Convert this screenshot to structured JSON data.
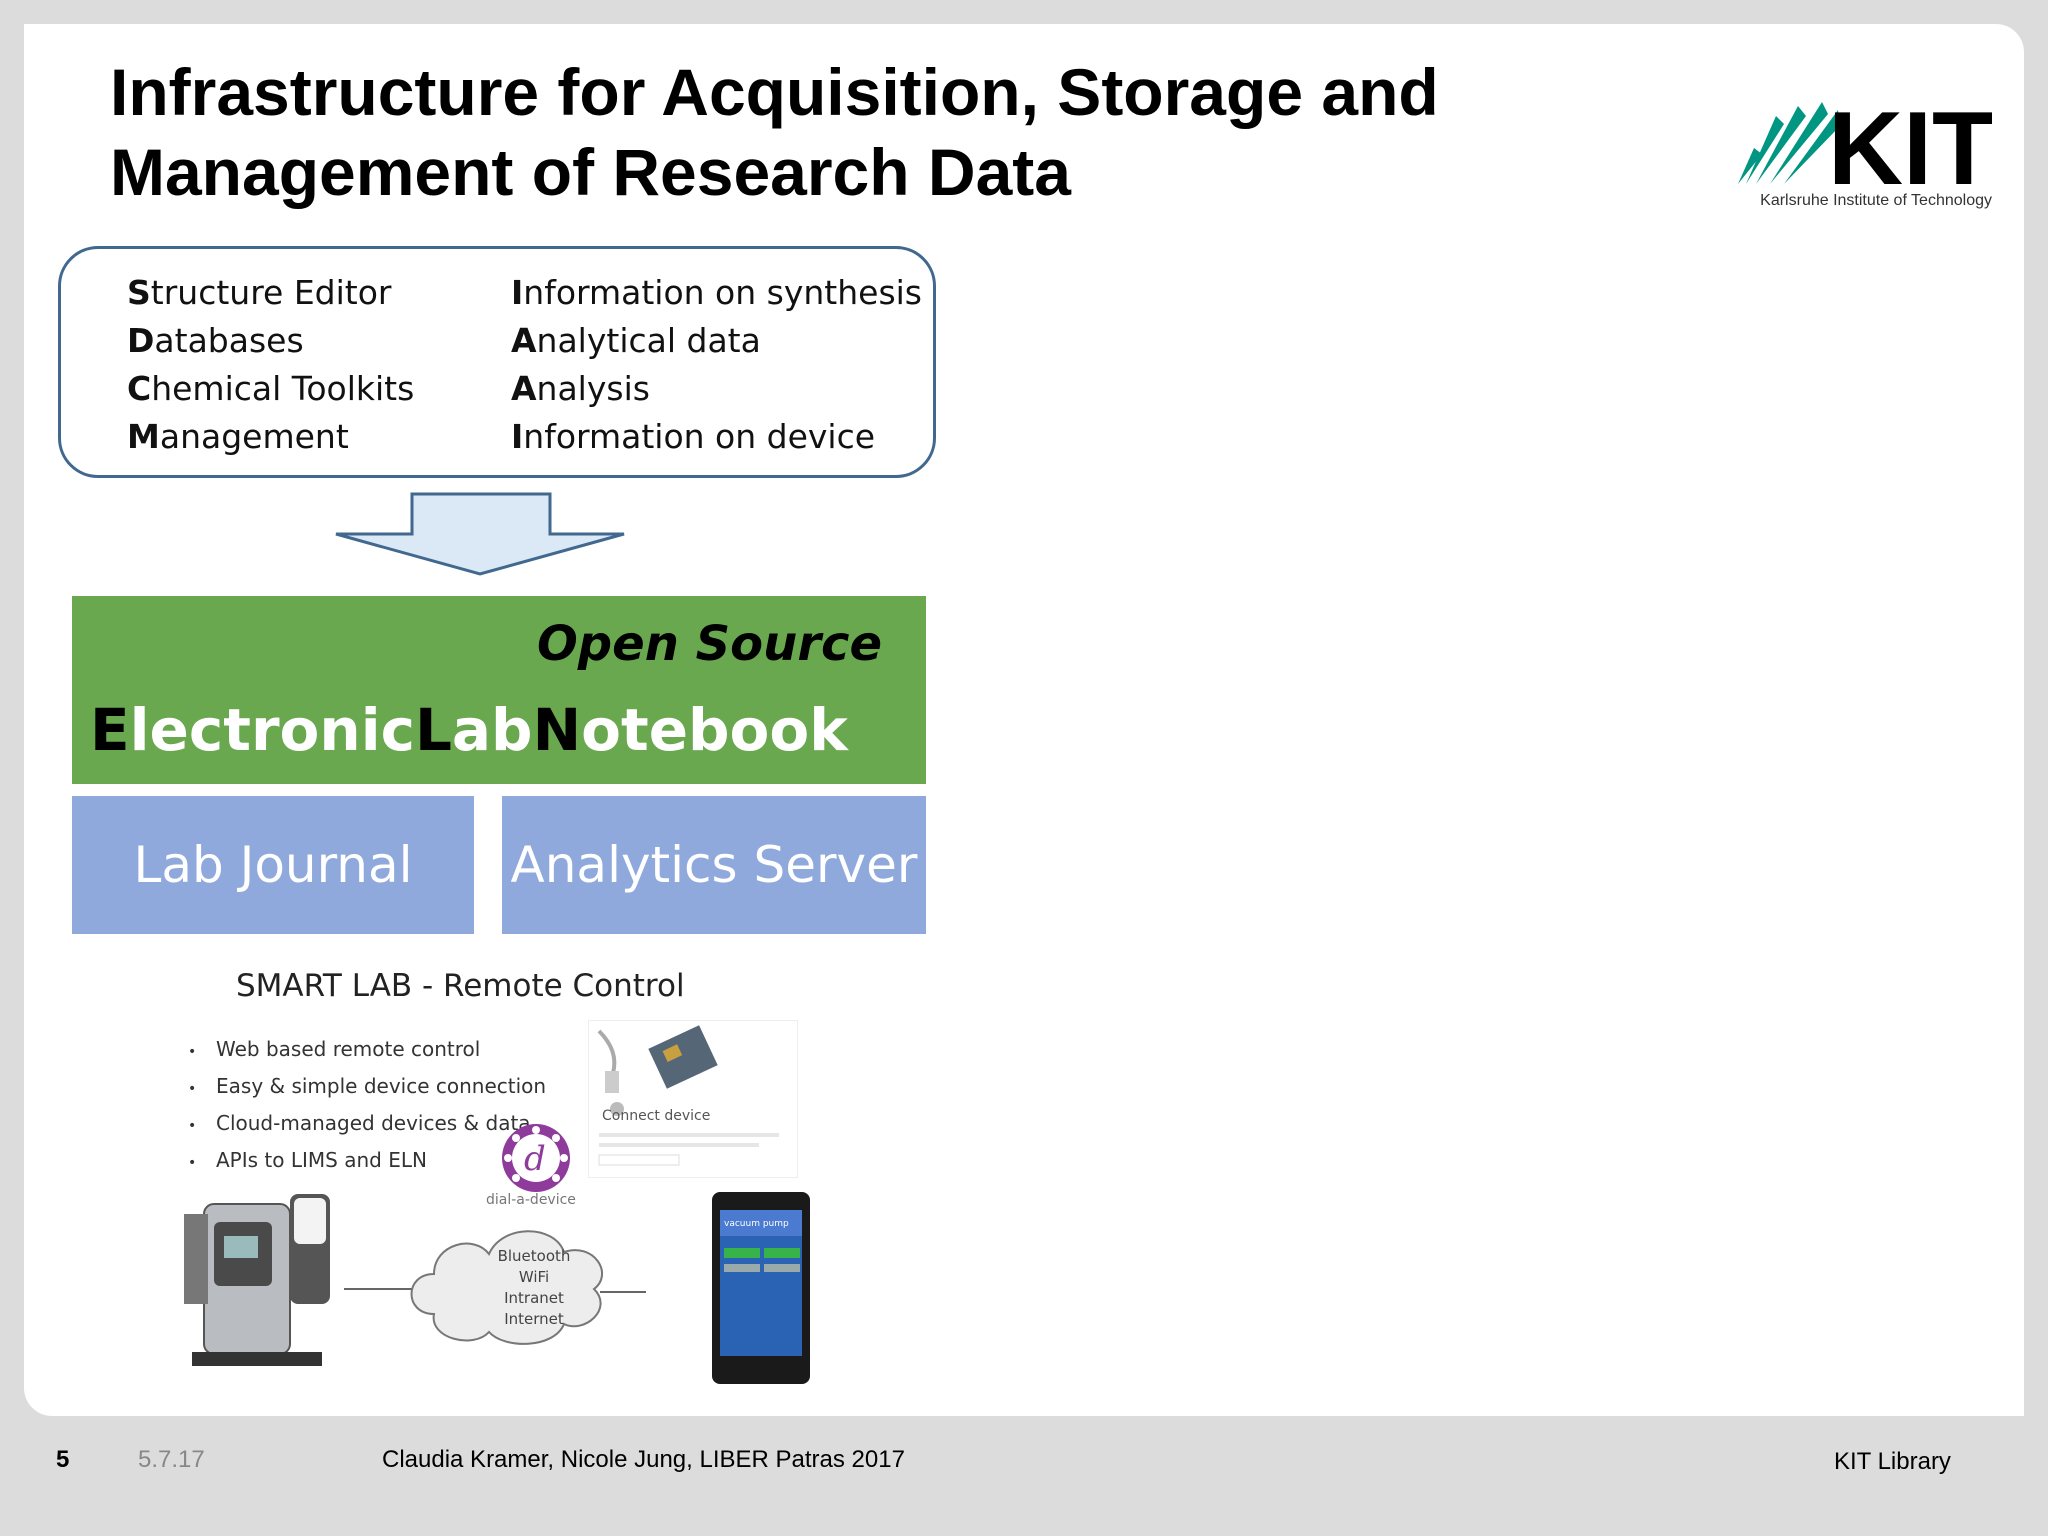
{
  "slide": {
    "title_line1": "Infrastructure for Acquisition, Storage and",
    "title_line2": "Management of Research Data"
  },
  "logo": {
    "text": "KIT",
    "tagline": "Karlsruhe Institute of Technology",
    "brand_color": "#009682"
  },
  "acronyms": {
    "left": [
      {
        "initial": "S",
        "rest": "tructure Editor"
      },
      {
        "initial": "D",
        "rest": "atabases"
      },
      {
        "initial": "C",
        "rest": "hemical Toolkits"
      },
      {
        "initial": "M",
        "rest": "anagement"
      }
    ],
    "right": [
      {
        "initial": "I",
        "rest": "nformation on synthesis"
      },
      {
        "initial": "A",
        "rest": "nalytical data"
      },
      {
        "initial": "A",
        "rest": "nalysis"
      },
      {
        "initial": "I",
        "rest": "nformation on device"
      }
    ]
  },
  "eln": {
    "open_source": "Open Source",
    "part1_initial": "E",
    "part1_rest": "lectronic",
    "part2_initial": "L",
    "part2_rest": "ab",
    "part3_initial": "N",
    "part3_rest": "otebook",
    "color": "#6aa84f"
  },
  "modules": {
    "lab_journal": "Lab Journal",
    "analytics_server": "Analytics Server",
    "color": "#8fa9dc"
  },
  "smart_lab": {
    "title": "SMART LAB - Remote Control",
    "bullets": [
      "Web based remote control",
      "Easy & simple device connection",
      "Cloud-managed devices & data",
      "APIs to LIMS and ELN"
    ],
    "connect_label": "Connect device",
    "dial_label": "dial-a-device",
    "cloud_lines": [
      "Bluetooth",
      "WiFi",
      "Intranet",
      "Internet"
    ],
    "phone_label": "vacuum pump"
  },
  "footer": {
    "page": "5",
    "date": "5.7.17",
    "authors": "Claudia Kramer, Nicole Jung, LIBER Patras 2017",
    "org": "KIT Library"
  }
}
